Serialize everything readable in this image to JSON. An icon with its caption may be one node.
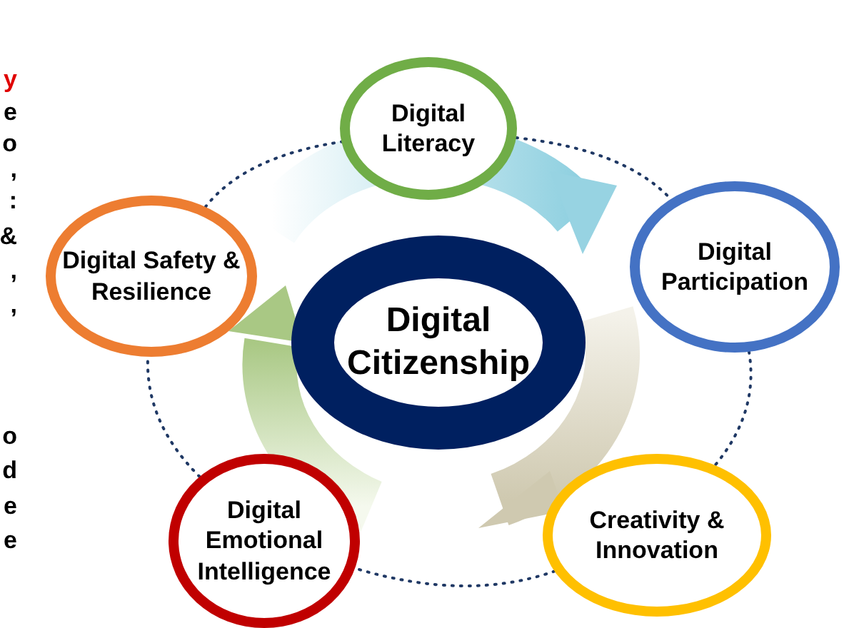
{
  "diagram": {
    "nodes": [
      {
        "text": [
          "Digital Citizenship"
        ]
      },
      {
        "text": [
          "Digital Literacy"
        ]
      },
      {
        "text": [
          "Digital Participation"
        ]
      },
      {
        "text": [
          "Creativity & Innovation"
        ]
      },
      {
        "text": [
          "Digital Emotional Intelligence"
        ]
      },
      {
        "text": [
          "Digital Safety & Resilience"
        ]
      }
    ],
    "edges": [
      {
        "from": 1,
        "to": 2,
        "arrow": "none",
        "style": "dashed"
      },
      {
        "from": 2,
        "to": 3,
        "arrow": "none",
        "style": "dashed"
      },
      {
        "from": 3,
        "to": 4,
        "arrow": "none",
        "style": "dashed"
      },
      {
        "from": 4,
        "to": 5,
        "arrow": "none",
        "style": "dashed"
      },
      {
        "from": 5,
        "to": 1,
        "arrow": "none",
        "style": "dashed"
      }
    ],
    "labels": [
      "y",
      "e",
      "o",
      ",",
      ":",
      "&",
      ",",
      ",",
      "o",
      "d",
      "e",
      "e"
    ]
  }
}
